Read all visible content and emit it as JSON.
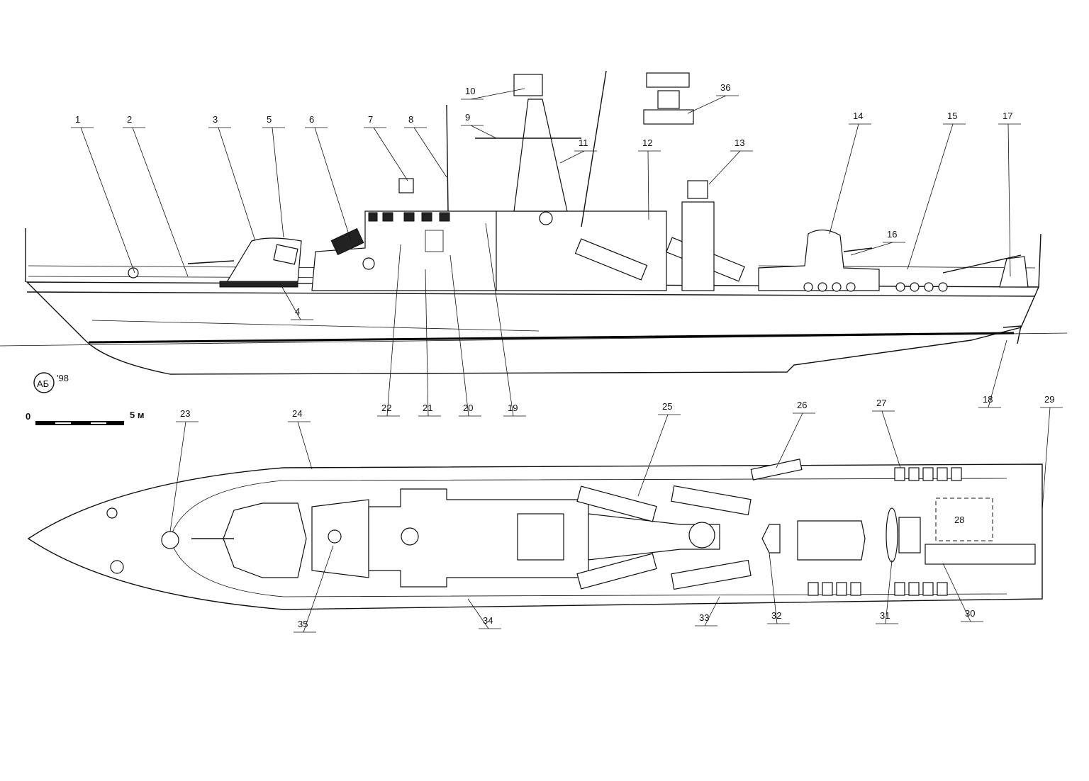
{
  "title": "Ship general arrangement drawing (profile and deck plan)",
  "signature": {
    "monogram": "АБ",
    "year": "'98"
  },
  "scale_bar": {
    "start": "0",
    "end": "5 м"
  },
  "callouts": {
    "profile": [
      "1",
      "2",
      "3",
      "4",
      "5",
      "6",
      "7",
      "8",
      "9",
      "10",
      "11",
      "12",
      "13",
      "14",
      "15",
      "16",
      "17",
      "18",
      "19",
      "20",
      "21",
      "22",
      "36"
    ],
    "plan": [
      "23",
      "24",
      "25",
      "26",
      "27",
      "28",
      "29",
      "30",
      "31",
      "32",
      "33",
      "34",
      "35"
    ]
  }
}
